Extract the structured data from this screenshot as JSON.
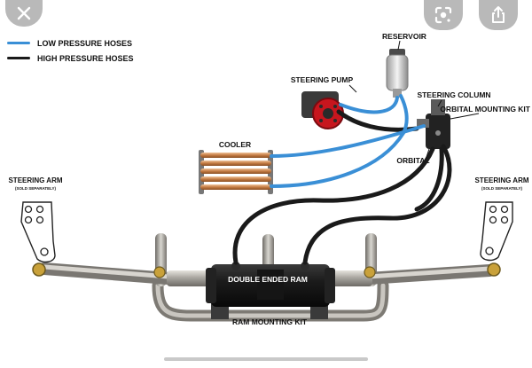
{
  "legend": {
    "low_pressure": "LOW PRESSURE HOSES",
    "high_pressure": "HIGH PRESSURE HOSES",
    "low_color": "#3a8fd6",
    "high_color": "#1a1a1a"
  },
  "labels": {
    "reservoir": "RESERVOIR",
    "steering_pump": "STEERING PUMP",
    "steering_column": "STEERING COLUMN",
    "orbital_mounting_kit": "ORBITAL MOUNTING KIT",
    "cooler": "COOLER",
    "orbital": "ORBITAL",
    "steering_arm_left": "STEERING ARM",
    "sold_separately_left": "(SOLD SEPARATELY)",
    "steering_arm_right": "STEERING ARM",
    "sold_separately_right": "(SOLD SEPARATELY)",
    "double_ended_ram": "DOUBLE ENDED RAM",
    "ram_mounting_kit": "RAM MOUNTING KIT"
  },
  "ui": {
    "close_icon": "close-icon",
    "lens_icon": "lens-search-icon",
    "share_icon": "share-icon"
  }
}
